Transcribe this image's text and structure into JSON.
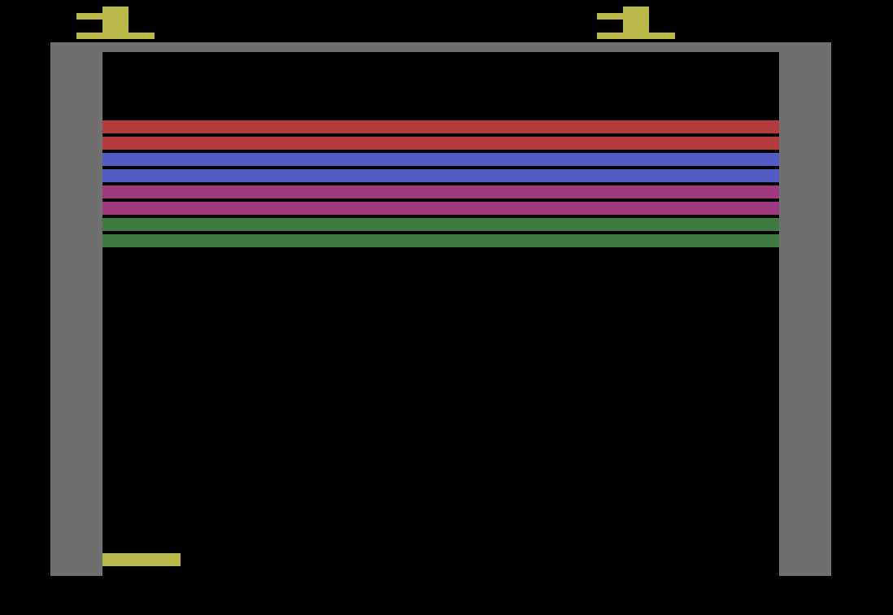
{
  "hud": {
    "score": "1",
    "lives": "1"
  },
  "colors": {
    "background": "#000000",
    "wall": "#6f6f6f",
    "hud": "#bbb94a",
    "paddle": "#bbb94a"
  },
  "bricks": {
    "rows": [
      {
        "color": "#b43c3c",
        "name": "red"
      },
      {
        "color": "#b43c3c",
        "name": "red"
      },
      {
        "color": "#535bc4",
        "name": "blue"
      },
      {
        "color": "#535bc4",
        "name": "blue"
      },
      {
        "color": "#a03a80",
        "name": "magenta"
      },
      {
        "color": "#a03a80",
        "name": "magenta"
      },
      {
        "color": "#3f7b41",
        "name": "green"
      },
      {
        "color": "#3f7b41",
        "name": "green"
      }
    ]
  }
}
